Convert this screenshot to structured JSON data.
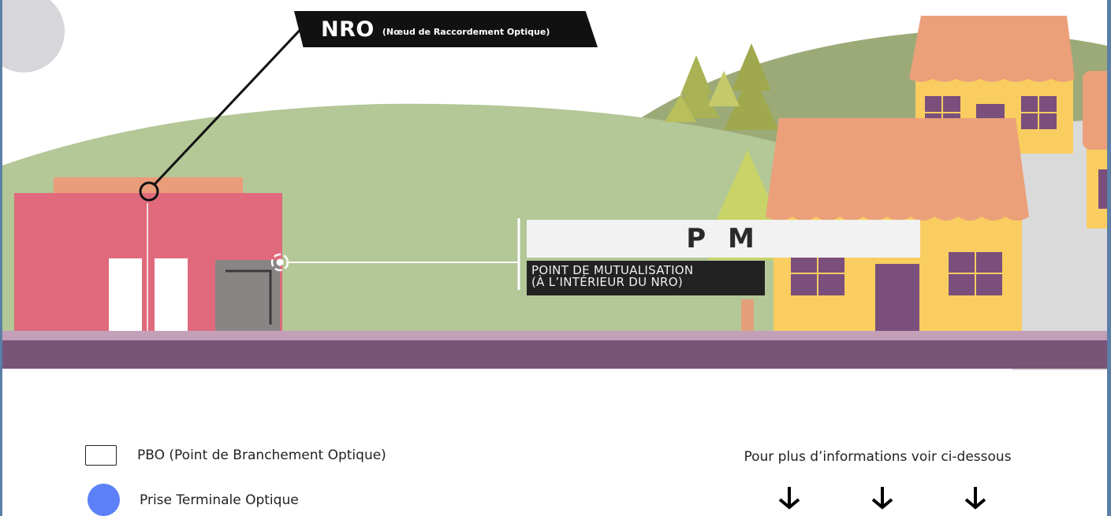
{
  "nro": {
    "abbr": "NRO",
    "full": "(Nœud de Raccordement Optique)"
  },
  "pm": {
    "abbr": "P M",
    "line1": "POINT DE MUTUALISATION",
    "line2": "(À L’INTÉRIEUR DU NRO)"
  },
  "legend": {
    "pbo": "PBO (Point de Branchement Optique)",
    "pto": "Prise Terminale Optique"
  },
  "info": {
    "text": "Pour plus d’informations voir ci-dessous"
  },
  "colors": {
    "hill_front": "#b3c797",
    "hill_back": "#9caa78",
    "nro_building": "#e06a7c",
    "nro_roof": "#eb9c7a",
    "house_wall": "#f9cd60",
    "house_roof": "#eba07a",
    "window": "#7a4f7c",
    "street": "#785478",
    "sidewalk": "#c3a0b8",
    "tree": "#a9b254",
    "legend_dot": "#5b80f7",
    "frame": "#5b7fa6"
  },
  "icons": [
    "arrow-down-icon",
    "arrow-down-icon",
    "arrow-down-icon"
  ]
}
